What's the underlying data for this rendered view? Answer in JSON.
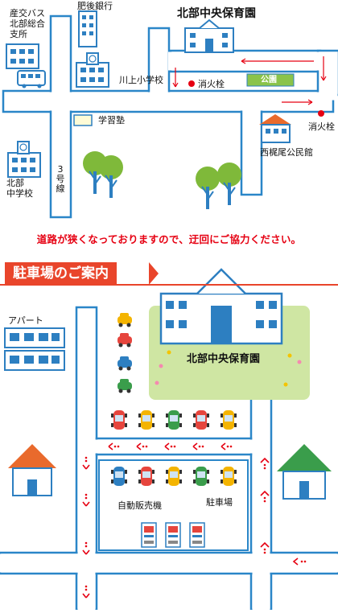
{
  "top_map": {
    "title_nursery": "北部中央保育園",
    "bus_office": [
      "産交バス",
      "北部総合",
      "支所"
    ],
    "bank": "肥後銀行",
    "elementary": "川上小学校",
    "hydrant_1": "消火栓",
    "park": "公園",
    "hydrant_2": "消火栓",
    "cram_school": "学習塾",
    "community_hall": "西梶尾公民館",
    "junior_high": [
      "北部",
      "中学校"
    ],
    "route": [
      "3",
      "号",
      "線"
    ]
  },
  "notice": "道路が狭くなっておりますので、迂回にご協力ください。",
  "parking_section": {
    "banner": "駐車場のご案内",
    "apartment": "アパート",
    "nursery": "北部中央保育園",
    "vending": "自動販売機",
    "parking": "駐車場"
  },
  "colors": {
    "road_outline": "#2a86c8",
    "road_fill": "#ffffff",
    "building": "#2d7fc1",
    "tree_green": "#7fb93a",
    "nursery_lawn": "#cfe6a3",
    "banner_red": "#e9452b",
    "arrow_red": "#e60012",
    "park_green": "#8bc34a",
    "house_orange": "#e96a2c",
    "house_green": "#3a9d4b"
  }
}
